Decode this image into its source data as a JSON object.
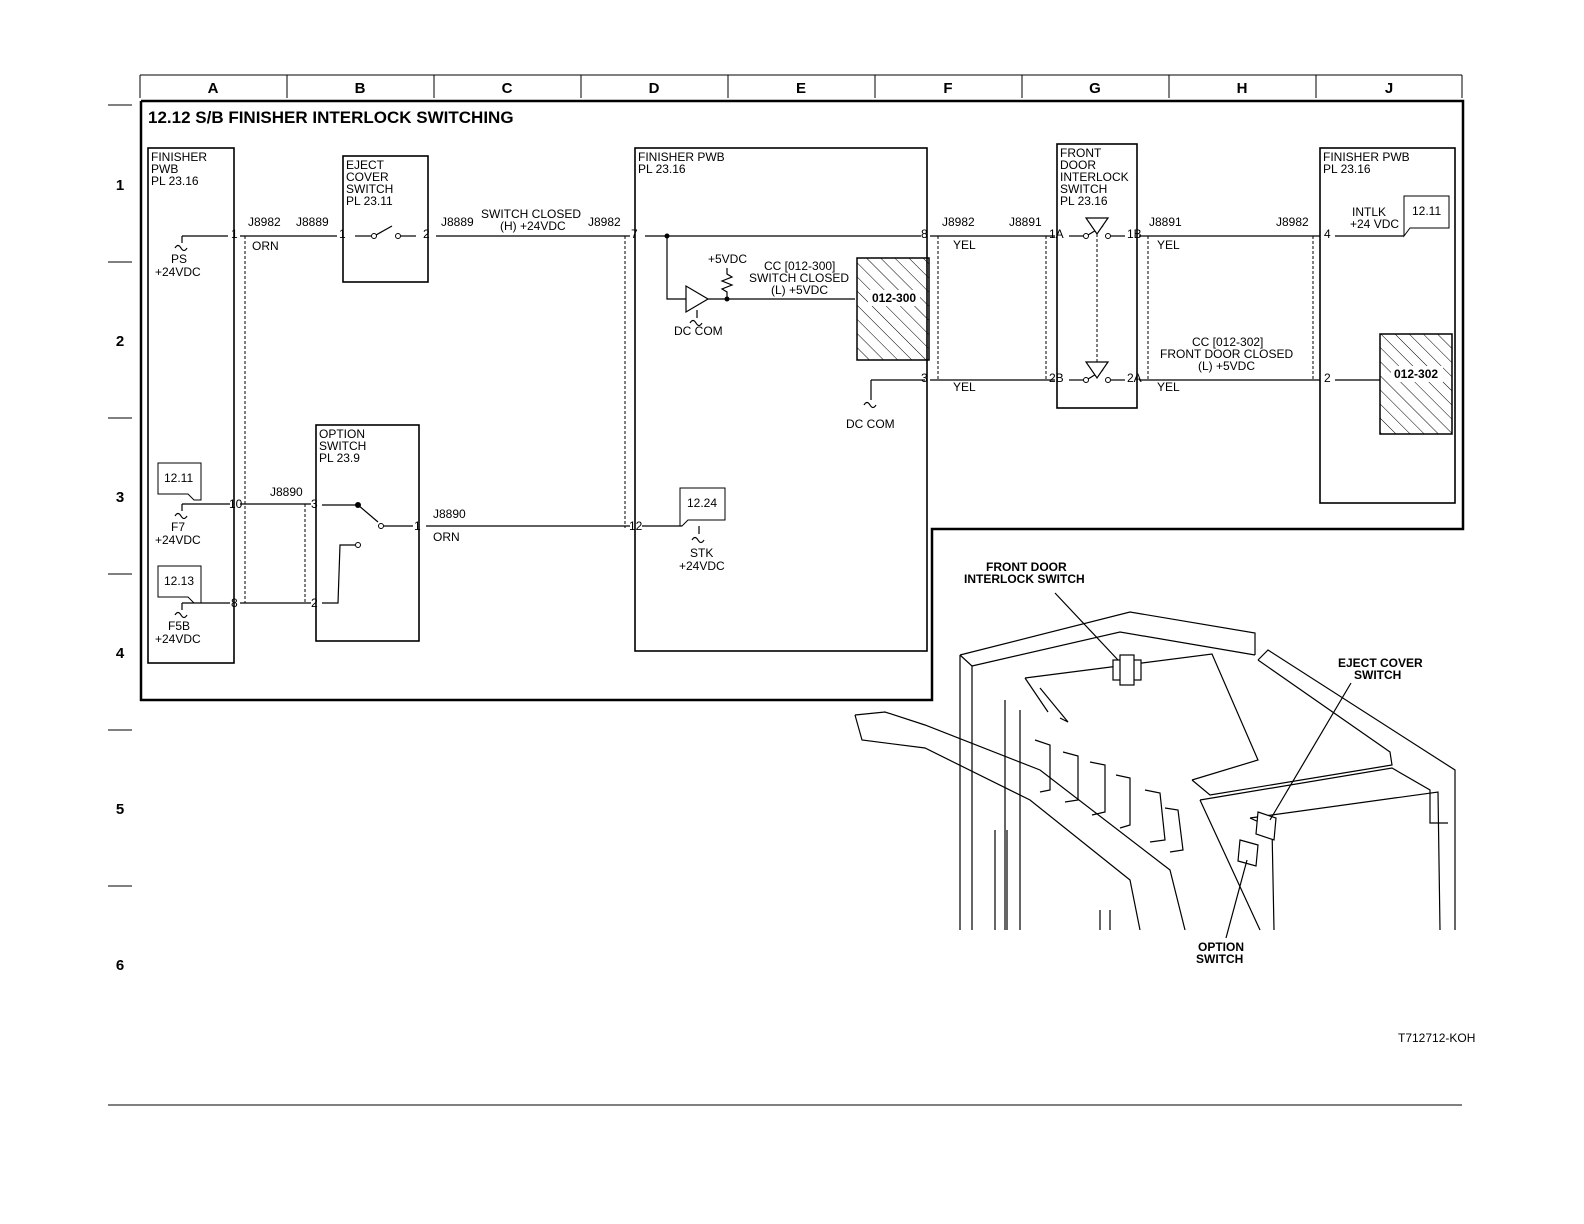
{
  "grid": {
    "columns": [
      "A",
      "B",
      "C",
      "D",
      "E",
      "F",
      "G",
      "H",
      "J"
    ],
    "rows": [
      "1",
      "2",
      "3",
      "4",
      "5",
      "6"
    ]
  },
  "title": "12.12 S/B FINISHER INTERLOCK SWITCHING",
  "blocks": {
    "finisher_pwb_left": [
      "FINISHER",
      "PWB",
      "PL 23.16"
    ],
    "eject_cover_switch": [
      "EJECT",
      "COVER",
      "SWITCH",
      "PL 23.11"
    ],
    "finisher_pwb_mid": [
      "FINISHER PWB",
      "PL 23.16"
    ],
    "front_door_interlock": [
      "FRONT",
      "DOOR",
      "INTERLOCK",
      "SWITCH",
      "PL 23.16"
    ],
    "finisher_pwb_right": [
      "FINISHER PWB",
      "PL 23.16"
    ],
    "option_switch": [
      "OPTION",
      "SWITCH",
      "PL 23.9"
    ]
  },
  "connectors": {
    "j8982": "J8982",
    "j8889": "J8889",
    "j8890": "J8890",
    "j8891": "J8891"
  },
  "pins": [
    "1",
    "2",
    "3",
    "4",
    "7",
    "8",
    "10",
    "12",
    "1A",
    "1B",
    "2A",
    "2B"
  ],
  "wire_colors": {
    "orn": "ORN",
    "yel": "YEL"
  },
  "signals": {
    "ps": "PS",
    "v24": "+24VDC",
    "f7": "F7",
    "f5b": "F5B",
    "stk": "STK",
    "v5": "+5VDC",
    "dc_com": "DC COM",
    "switch_closed_h": [
      "SWITCH CLOSED",
      "(H) +24VDC"
    ],
    "cc_300": [
      "CC [012-300]",
      "SWITCH CLOSED",
      "(L) +5VDC"
    ],
    "cc_302": [
      "CC [012-302]",
      "FRONT DOOR CLOSED",
      "(L) +5VDC"
    ],
    "intlk": [
      "INTLK",
      "+24 VDC"
    ]
  },
  "refs": {
    "r1211": "12.11",
    "r1213": "12.13",
    "r1224": "12.24"
  },
  "status_codes": {
    "c300": "012-300",
    "c302": "012-302"
  },
  "callouts": {
    "front_door": [
      "FRONT DOOR",
      "INTERLOCK SWITCH"
    ],
    "eject_cover": [
      "EJECT COVER",
      "SWITCH"
    ],
    "option": [
      "OPTION",
      "SWITCH"
    ]
  },
  "figure_id": "T712712-KOH"
}
